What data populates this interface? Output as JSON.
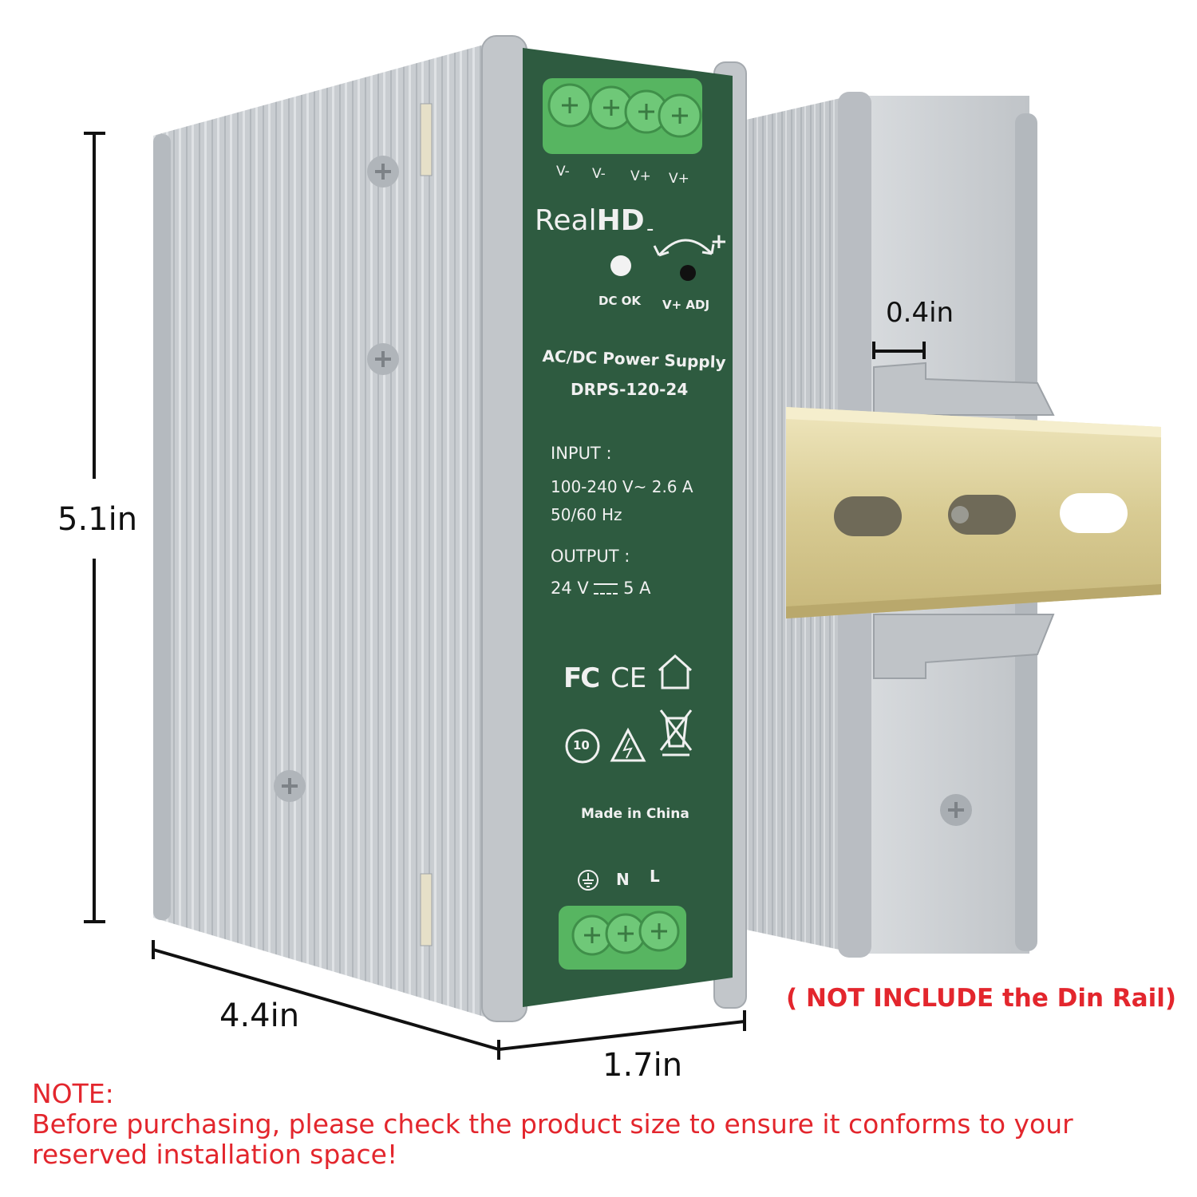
{
  "dimensions": {
    "height": "5.1in",
    "depth": "4.4in",
    "width": "1.7in",
    "clip": "0.4in"
  },
  "label": {
    "terminals_top": [
      "V-",
      "V-",
      "V+",
      "V+"
    ],
    "brand_regular": "Real",
    "brand_bold": "HD",
    "adj_minus": "-",
    "adj_plus": "+",
    "indicator_dc_ok": "DC OK",
    "indicator_adj": "V+ ADJ",
    "product_type": "AC/DC Power Supply",
    "model": "DRPS-120-24",
    "input_title": "INPUT :",
    "input_line1": "100-240 V~  2.6 A",
    "input_line2": "50/60 Hz",
    "output_title": "OUTPUT :",
    "output_voltage": "24 V",
    "output_current": "5 A",
    "made_in": "Made in China",
    "terminals_bottom_n": "N",
    "terminals_bottom_l": "L",
    "cert_fc": "FC",
    "cert_ce": "CE",
    "cert_10": "10"
  },
  "not_included": "( NOT INCLUDE the Din Rail)",
  "note": {
    "title": "NOTE:",
    "line1": "Before purchasing, please check the product size to ensure it conforms to your",
    "line2": "reserved installation space!"
  },
  "colors": {
    "label_green": "#2e5b40",
    "terminal_green": "#5fbf6a",
    "aluminum": "#c7cbcf",
    "din_rail": "#d9cc96",
    "note_red": "#e3262d"
  }
}
